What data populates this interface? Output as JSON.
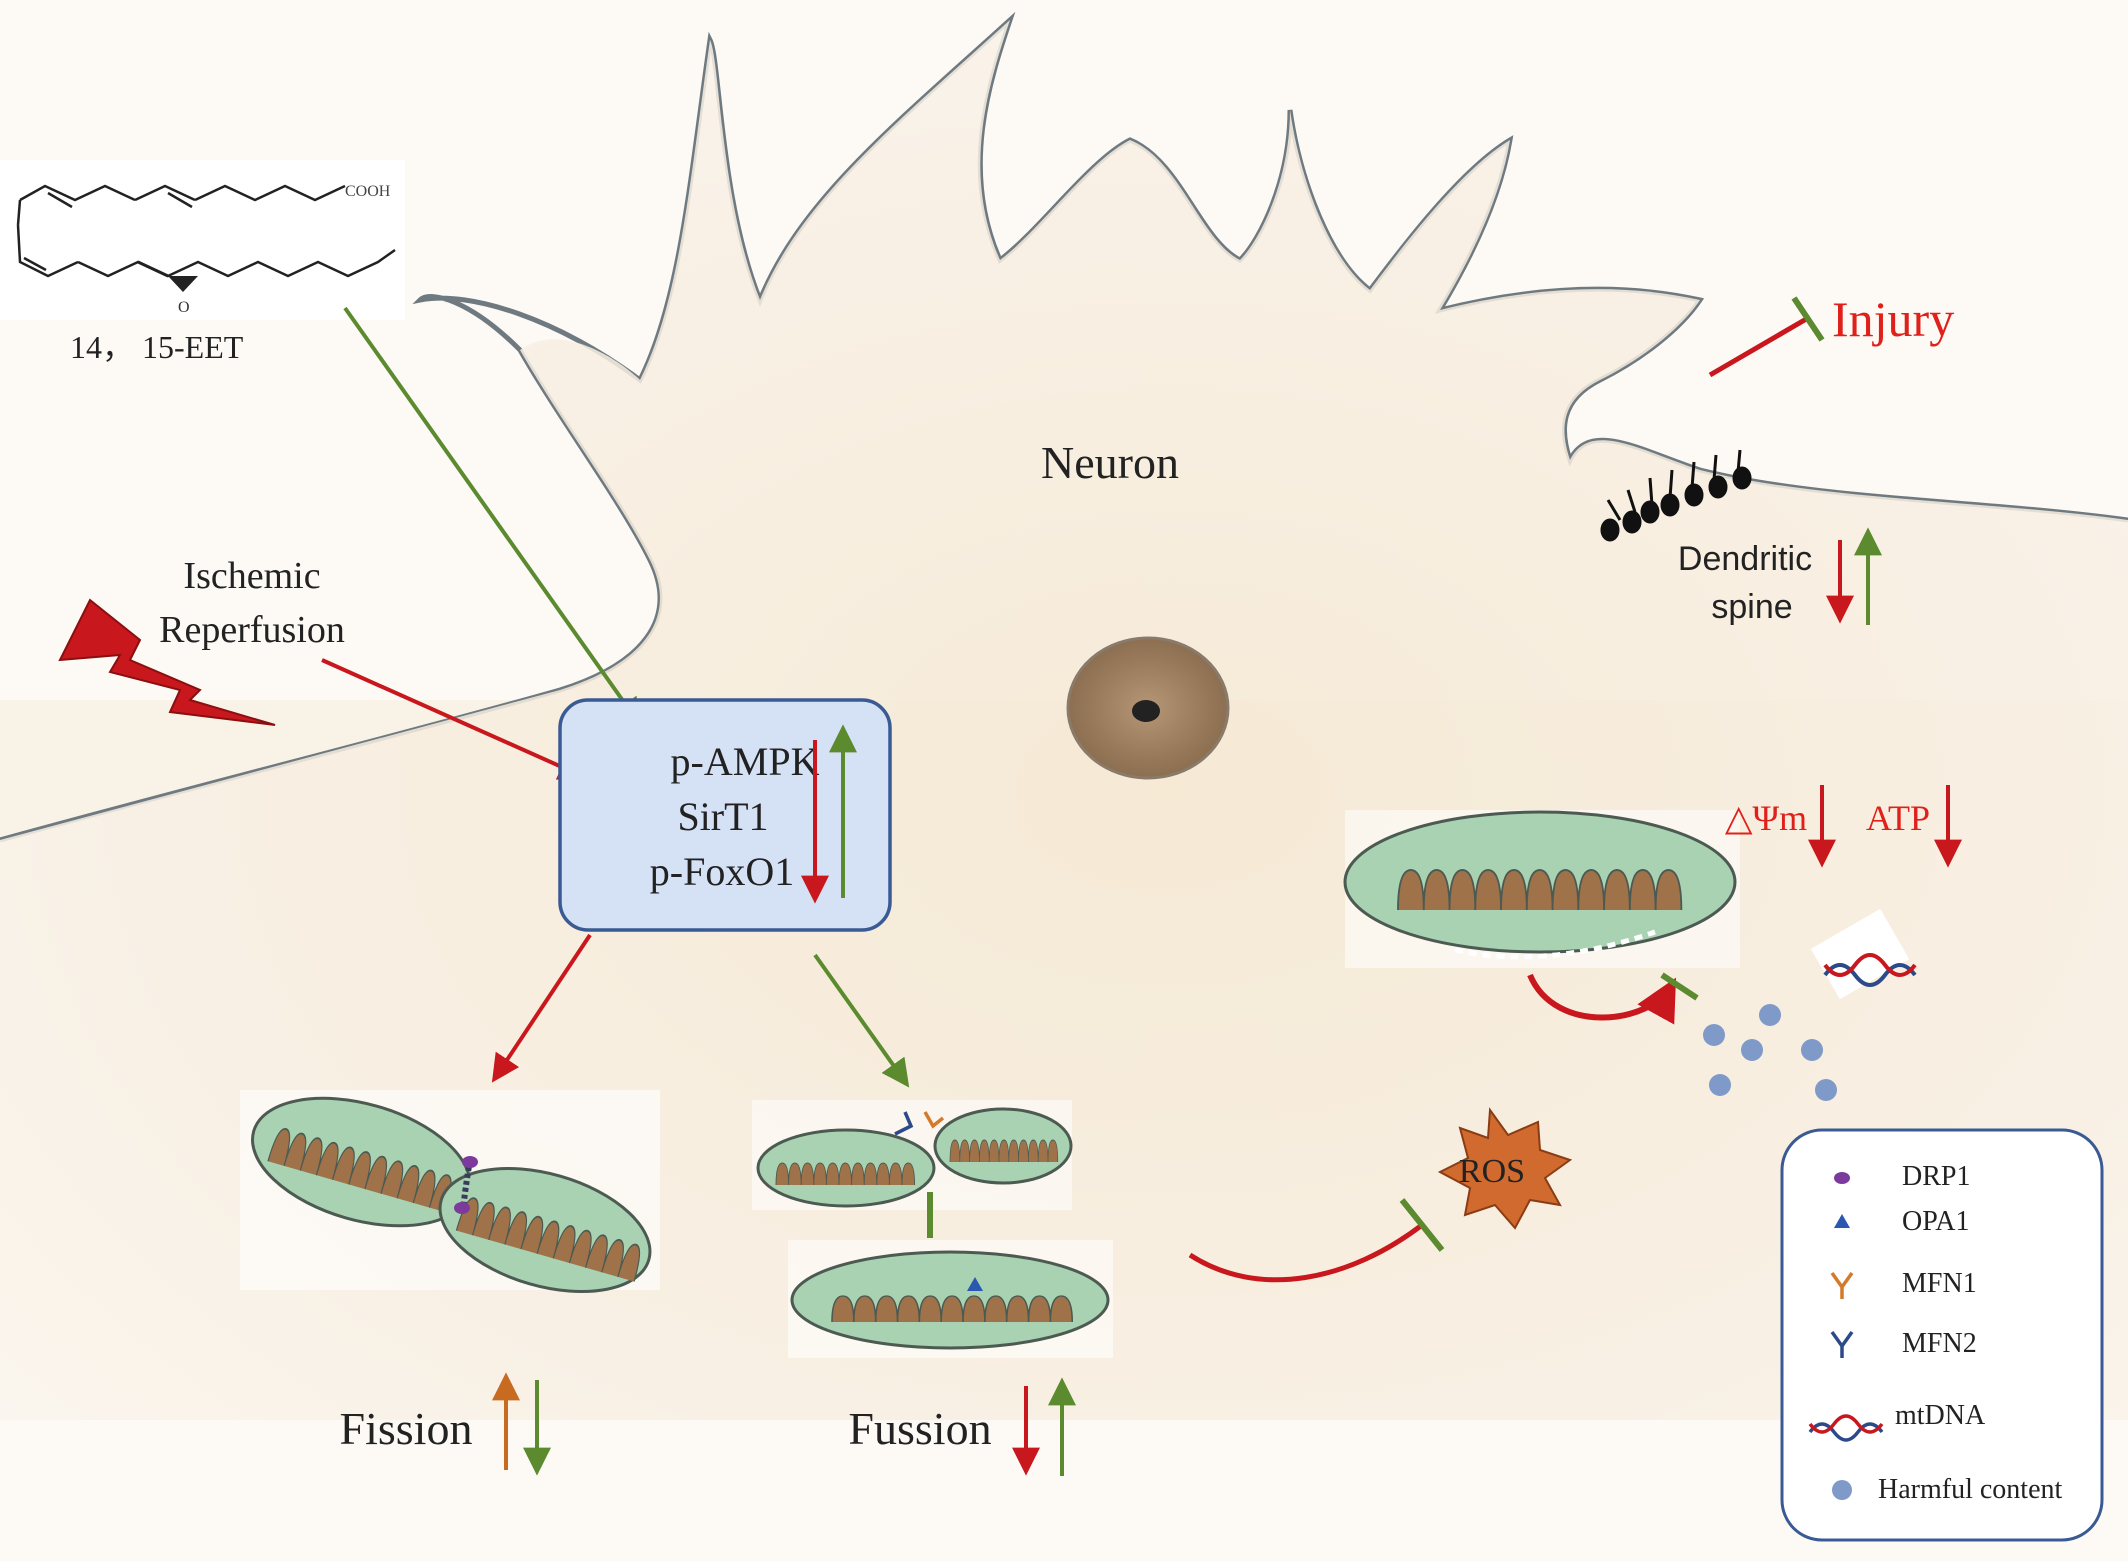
{
  "compound": {
    "label": "14， 15-EET",
    "functional_group": "COOH",
    "epoxide_atom": "O"
  },
  "stimulus": {
    "label_line1": "Ischemic",
    "label_line2": "Reperfusion"
  },
  "cell": {
    "label": "Neuron"
  },
  "pathway_box": {
    "items": [
      "p-AMPK",
      "SirT1",
      "p-FoxO1"
    ]
  },
  "outcomes": {
    "fission": "Fission",
    "fusion": "Fussion"
  },
  "injury": {
    "label": "Injury"
  },
  "dendritic": {
    "line1": "Dendritic",
    "line2": "spine"
  },
  "mito_damage": {
    "delta_psi": "△Ψm",
    "atp": "ATP"
  },
  "ros": {
    "label": "ROS"
  },
  "legend": {
    "items": [
      {
        "icon": "drp1-dot-icon",
        "label": "DRP1"
      },
      {
        "icon": "opa1-triangle-icon",
        "label": "OPA1"
      },
      {
        "icon": "mfn1-y-icon",
        "label": "MFN1"
      },
      {
        "icon": "mfn2-y-icon",
        "label": "MFN2"
      },
      {
        "icon": "mtdna-helix-icon",
        "label": "mtDNA"
      },
      {
        "icon": "harmful-content-icon",
        "label": "Harmful content"
      }
    ]
  },
  "colors": {
    "down_arrow": "#c8171d",
    "up_arrow": "#5b8a2f",
    "fission_up_arrow": "#c86a20",
    "injury_text": "#e0201a",
    "mito_outer": "#a9d2b3",
    "mito_cristae": "#a0724a",
    "box_fill": "#d5e1f4",
    "box_stroke": "#3a5a94",
    "drp1": "#7c3a9c",
    "opa1": "#2a57b0",
    "mfn1": "#d47a2a",
    "mfn2": "#2c4a8a",
    "harmful": "#7f9ac8",
    "ros_fill": "#d06a2e"
  }
}
